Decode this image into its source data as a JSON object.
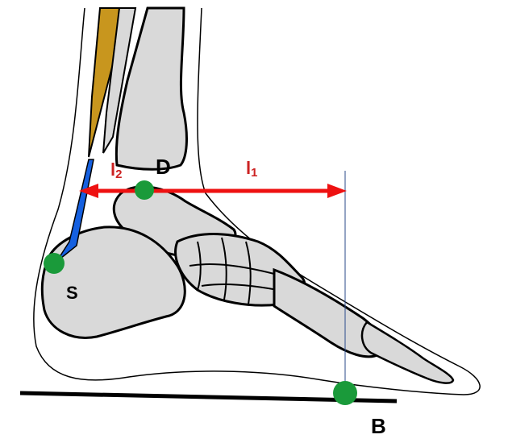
{
  "labels": {
    "d": "D",
    "s": "S",
    "b": "B",
    "l1_main": "l",
    "l1_sub": "1",
    "l2_main": "l",
    "l2_sub": "2"
  },
  "colors": {
    "skin_outline": "#000000",
    "bone_fill": "#d9d9d9",
    "bone_outline": "#000000",
    "muscle": "#c8961e",
    "tendon": "#1560e0",
    "arrow": "#ee1111",
    "point": "#1a9a3a",
    "label_red": "#cc2222",
    "vertical_line": "#2a4a8a"
  }
}
